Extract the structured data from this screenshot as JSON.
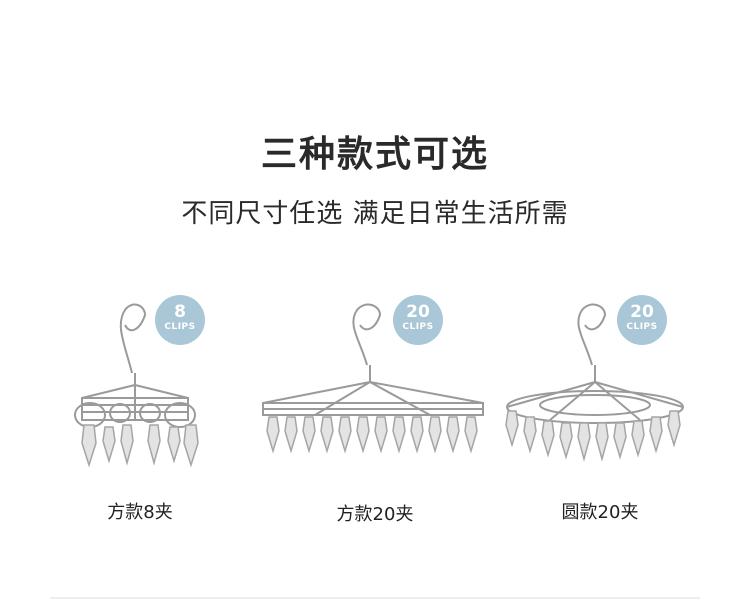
{
  "title": "三种款式可选",
  "subtitle": "不同尺寸任选  满足日常生活所需",
  "products": [
    {
      "badge_number": "8",
      "badge_unit": "CLIPS",
      "label": "方款8夹",
      "icon": "square-clip-hanger-icon"
    },
    {
      "badge_number": "20",
      "badge_unit": "CLIPS",
      "label": "方款20夹",
      "icon": "square-clip-hanger-icon"
    },
    {
      "badge_number": "20",
      "badge_unit": "CLIPS",
      "label": "圆款20夹",
      "icon": "round-clip-hanger-icon"
    }
  ],
  "colors": {
    "badge": "#a9c7d6",
    "metal": "#9a9a9a",
    "background": "#ffffff"
  }
}
